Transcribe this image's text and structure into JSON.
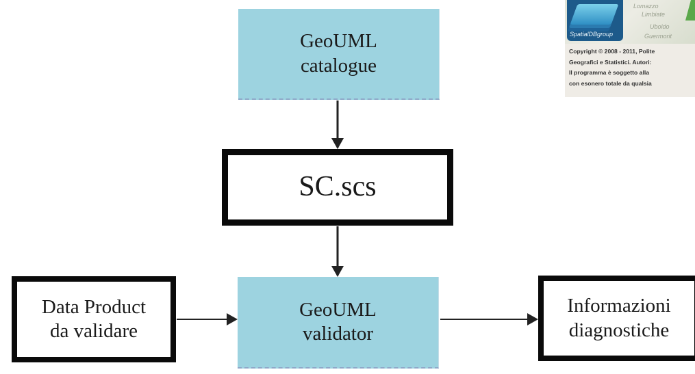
{
  "nodes": {
    "catalogue": {
      "line1": "GeoUML",
      "line2": "catalogue"
    },
    "scs": {
      "label": "SC.scs"
    },
    "validator": {
      "line1": "GeoUML",
      "line2": "validator"
    },
    "data_product": {
      "line1": "Data Product",
      "line2": "da validare"
    },
    "info": {
      "line1": "Informazioni",
      "line2": "diagnostiche"
    }
  },
  "edges": [
    {
      "from": "GeoUML catalogue",
      "to": "SC.scs"
    },
    {
      "from": "SC.scs",
      "to": "GeoUML validator"
    },
    {
      "from": "Data Product da validare",
      "to": "GeoUML validator"
    },
    {
      "from": "GeoUML validator",
      "to": "Informazioni diagnostiche"
    }
  ],
  "logo_panel": {
    "badge_text": "SpatialDBgroup",
    "map_labels": [
      "Lomazzo",
      "Limbiate",
      "Uboldo",
      "Guermorit"
    ],
    "copyright_lines": [
      "Copyright © 2008 - 2011, Polite",
      "Geografici e Statistici. Autori:",
      "Il programma è soggetto alla",
      "con esonero totale da qualsia"
    ]
  },
  "colors": {
    "blue_box": "#9dd3e0",
    "black_border": "#0a0a0a",
    "arrow": "#222222"
  }
}
